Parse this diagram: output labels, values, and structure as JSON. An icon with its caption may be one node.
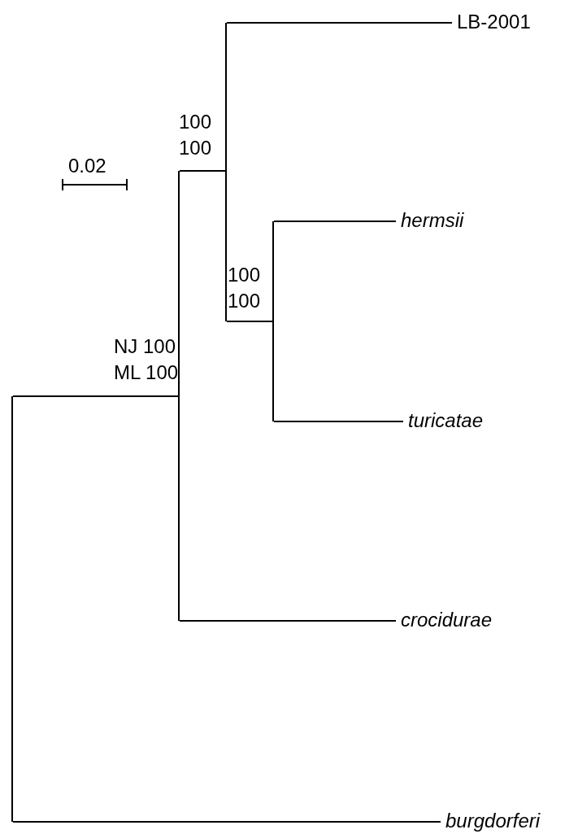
{
  "diagram": {
    "nodes": [
      {
        "text": [],
        "shape": "bar"
      },
      {
        "text": [],
        "shape": "bar",
        "beside": [
          "NJ 100",
          "ML 100"
        ]
      },
      {
        "text": [],
        "shape": "bar",
        "beside": [
          "100",
          "100"
        ]
      },
      {
        "text": [
          "LB-2001"
        ]
      },
      {
        "text": [],
        "shape": "bar",
        "beside": [
          "100",
          "100"
        ]
      },
      {
        "text": [
          "hermsii"
        ]
      },
      {
        "text": [
          "turicatae"
        ]
      },
      {
        "text": [
          "crocidurae"
        ]
      },
      {
        "text": [
          "burgdorferi"
        ]
      }
    ],
    "edges": [
      {
        "from": 0,
        "to": 1,
        "arrow": "none"
      },
      {
        "from": 1,
        "to": 2,
        "arrow": "none"
      },
      {
        "from": 2,
        "to": 3,
        "arrow": "none"
      },
      {
        "from": 2,
        "to": 4,
        "arrow": "none"
      },
      {
        "from": 4,
        "to": 5,
        "arrow": "none"
      },
      {
        "from": 4,
        "to": 6,
        "arrow": "none"
      },
      {
        "from": 1,
        "to": 7,
        "arrow": "none"
      },
      {
        "from": 0,
        "to": 8,
        "arrow": "none"
      }
    ],
    "labels": [
      "0.02"
    ]
  }
}
